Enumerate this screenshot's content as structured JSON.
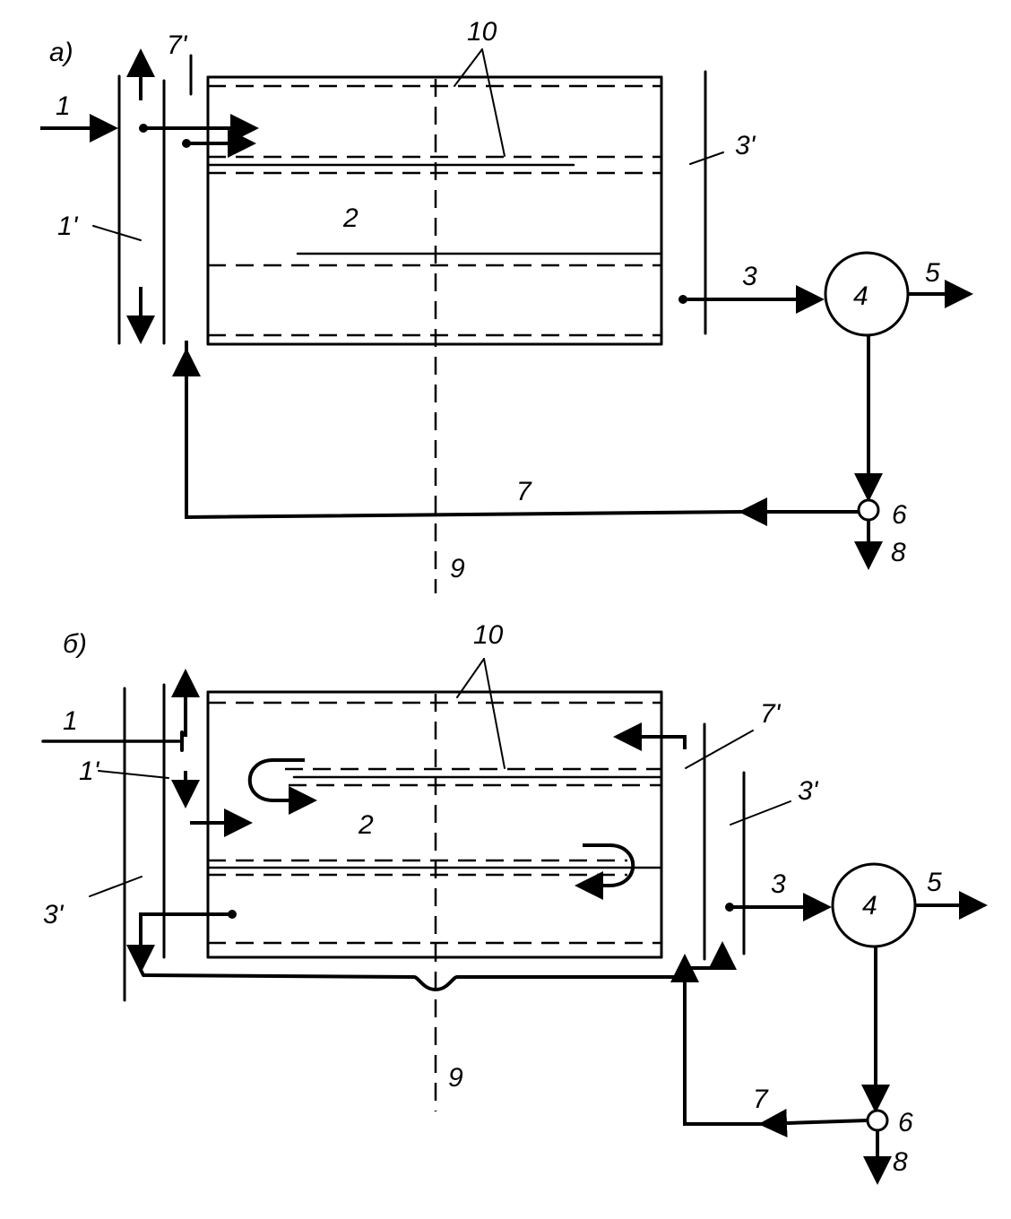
{
  "colors": {
    "ink": "#000000",
    "paper": "#ffffff"
  },
  "panels": [
    {
      "id": "a",
      "panel_label": "a)",
      "labels": {
        "n1": "1",
        "n1p": "1'",
        "n7p": "7'",
        "n2": "2",
        "n3": "3",
        "n3p": "3'",
        "n4": "4",
        "n5": "5",
        "n6": "6",
        "n7": "7",
        "n8": "8",
        "n9": "9",
        "n10": "10"
      }
    },
    {
      "id": "b",
      "panel_label": "б)",
      "labels": {
        "n1": "1",
        "n1p": "1'",
        "n3p_left": "3'",
        "n7p": "7'",
        "n3p": "3'",
        "n2": "2",
        "n3": "3",
        "n4": "4",
        "n5": "5",
        "n6": "6",
        "n7": "7",
        "n8": "8",
        "n9": "9",
        "n10": "10"
      }
    }
  ]
}
